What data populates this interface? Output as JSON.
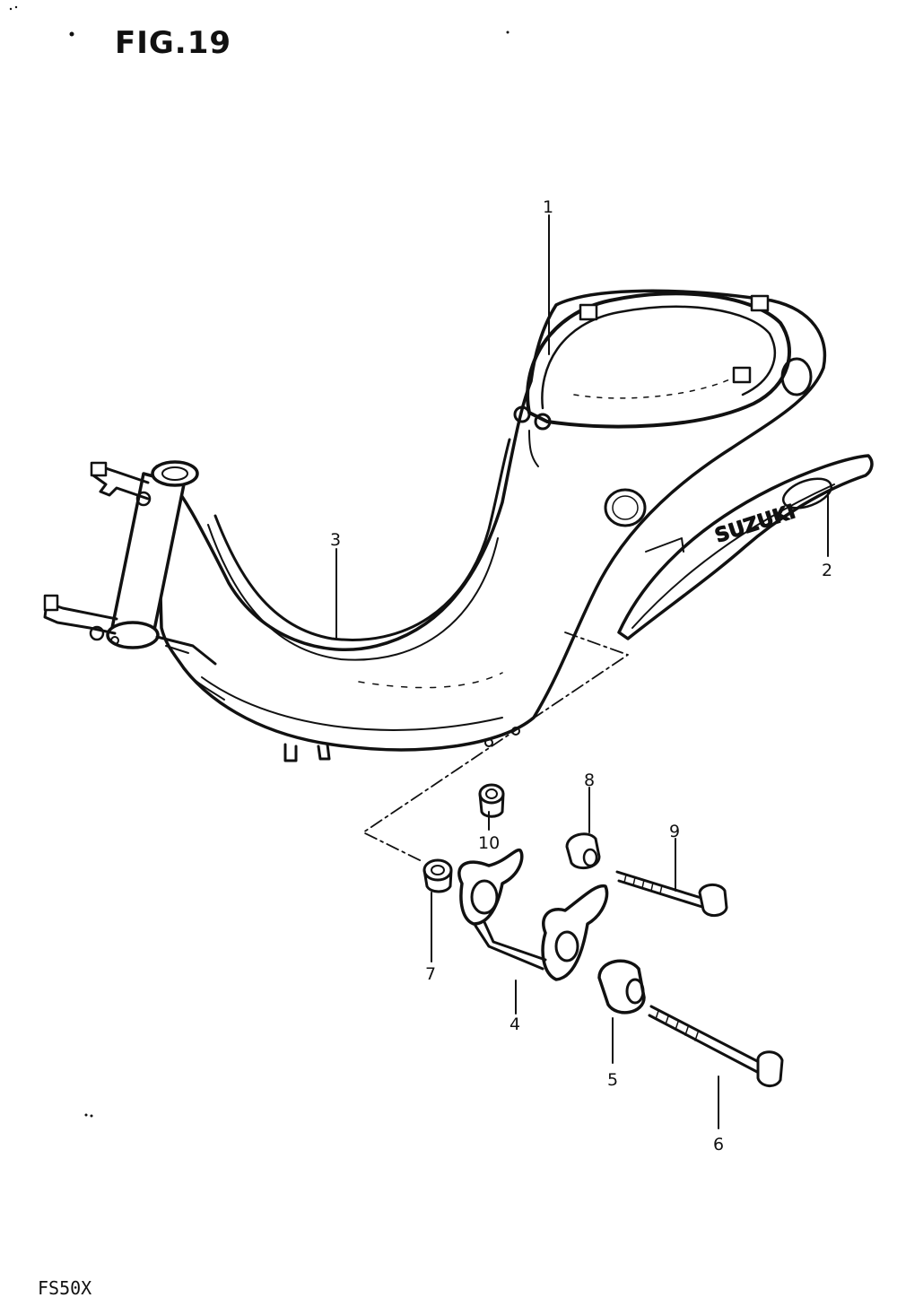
{
  "figure": {
    "title": "FIG.19",
    "model": "FS50X",
    "emblem_text": "SUZUKI"
  },
  "callouts": [
    {
      "id": "1",
      "label": "1"
    },
    {
      "id": "2",
      "label": "2"
    },
    {
      "id": "3",
      "label": "3"
    },
    {
      "id": "4",
      "label": "4"
    },
    {
      "id": "5",
      "label": "5"
    },
    {
      "id": "6",
      "label": "6"
    },
    {
      "id": "7",
      "label": "7"
    },
    {
      "id": "8",
      "label": "8"
    },
    {
      "id": "9",
      "label": "9"
    },
    {
      "id": "10",
      "label": "10"
    }
  ],
  "colors": {
    "ink": "#111111",
    "paper": "#ffffff"
  }
}
